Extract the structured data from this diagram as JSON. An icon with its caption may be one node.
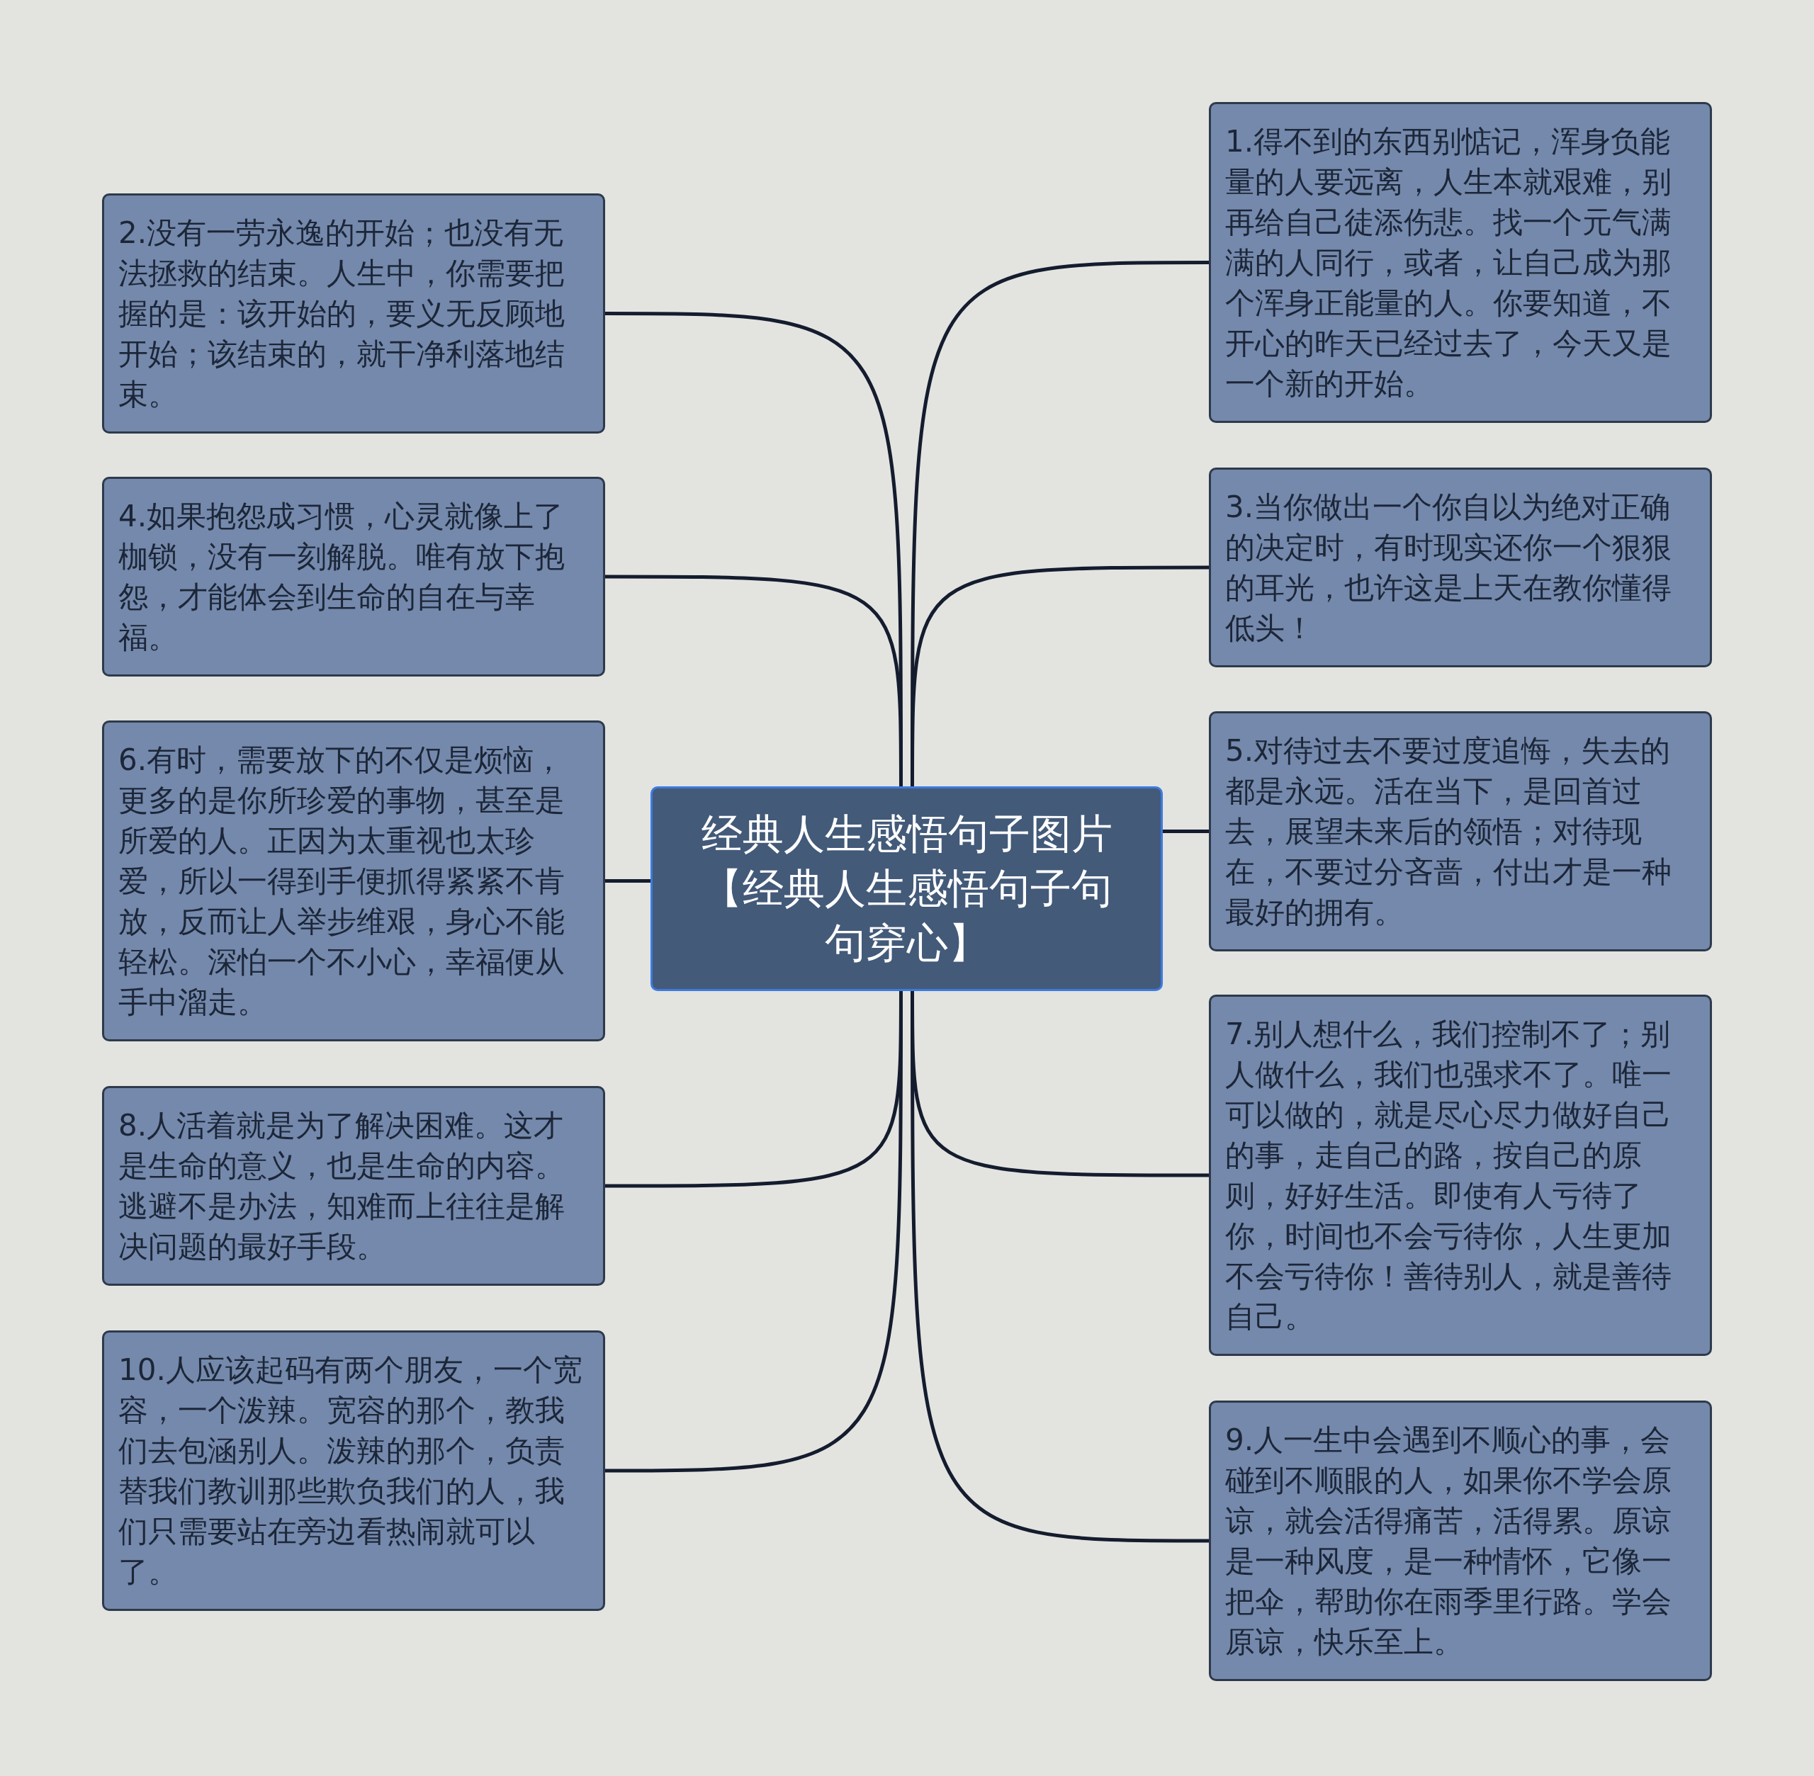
{
  "diagram": {
    "nodes": [
      {
        "text": [
          "经典人生感悟句子图片【经典人生感悟句子句句穿心】"
        ]
      },
      {
        "text": [
          "1.得不到的东西别惦记，浑身负能量的人要远离，人生本就艰难，别再给自己徒添伤悲。找一个元气满满的人同行，或者，让自己成为那个浑身正能量的人。你要知道，不开心的昨天已经过去了，今天又是一个新的开始。"
        ]
      },
      {
        "text": [
          "2.没有一劳永逸的开始；也没有无法拯救的结束。人生中，你需要把握的是：该开始的，要义无反顾地开始；该结束的，就干净利落地结束。"
        ]
      },
      {
        "text": [
          "3.当你做出一个你自以为绝对正确的决定时，有时现实还你一个狠狠的耳光，也许这是上天在教你懂得低头！"
        ]
      },
      {
        "text": [
          "4.如果抱怨成习惯，心灵就像上了枷锁，没有一刻解脱。唯有放下抱怨，才能体会到生命的自在与幸福。"
        ]
      },
      {
        "text": [
          "5.对待过去不要过度追悔，失去的都是永远。活在当下，是回首过去，展望未来后的领悟；对待现在，不要过分吝啬，付出才是一种最好的拥有。"
        ]
      },
      {
        "text": [
          "6.有时，需要放下的不仅是烦恼，更多的是你所珍爱的事物，甚至是所爱的人。正因为太重视也太珍爱，所以一得到手便抓得紧紧不肯放，反而让人举步维艰，身心不能轻松。深怕一个不小心，幸福便从手中溜走。"
        ]
      },
      {
        "text": [
          "7.别人想什么，我们控制不了；别人做什么，我们也强求不了。唯一可以做的，就是尽心尽力做好自己的事，走自己的路，按自己的原则，好好生活。即使有人亏待了你，时间也不会亏待你，人生更加不会亏待你！善待别人，就是善待自己。"
        ]
      },
      {
        "text": [
          "8.人活着就是为了解决困难。这才是生命的意义，也是生命的内容。逃避不是办法，知难而上往往是解决问题的最好手段。"
        ]
      },
      {
        "text": [
          "9.人一生中会遇到不顺心的事，会碰到不顺眼的人，如果你不学会原谅，就会活得痛苦，活得累。原谅是一种风度，是一种情怀，它像一把伞，帮助你在雨季里行路。学会原谅，快乐至上。"
        ]
      },
      {
        "text": [
          "10.人应该起码有两个朋友，一个宽容，一个泼辣。宽容的那个，教我们去包涵别人。泼辣的那个，负责替我们教训那些欺负我们的人，我们只需要站在旁边看热闹就可以了。"
        ]
      }
    ],
    "edges": [
      {
        "from": 0,
        "to": 1,
        "arrow": "none"
      },
      {
        "from": 0,
        "to": 2,
        "arrow": "none"
      },
      {
        "from": 0,
        "to": 3,
        "arrow": "none"
      },
      {
        "from": 0,
        "to": 4,
        "arrow": "none"
      },
      {
        "from": 0,
        "to": 5,
        "arrow": "none"
      },
      {
        "from": 0,
        "to": 6,
        "arrow": "none"
      },
      {
        "from": 0,
        "to": 7,
        "arrow": "none"
      },
      {
        "from": 0,
        "to": 8,
        "arrow": "none"
      },
      {
        "from": 0,
        "to": 9,
        "arrow": "none"
      },
      {
        "from": 0,
        "to": 10,
        "arrow": "none"
      }
    ]
  }
}
